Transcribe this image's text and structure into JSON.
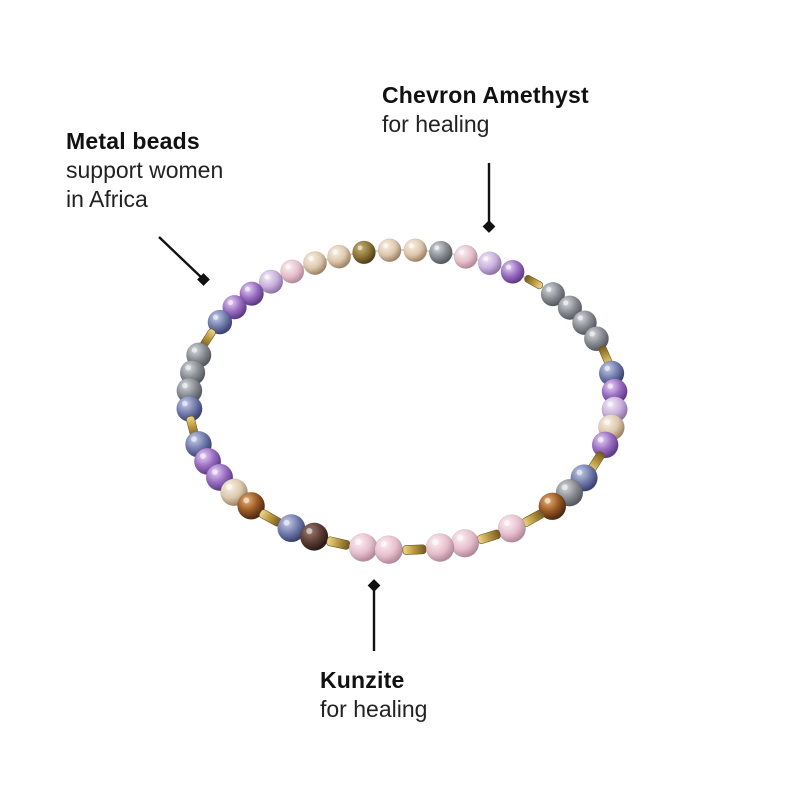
{
  "callouts": {
    "metal_beads": {
      "title": "Metal beads",
      "line1": "support women",
      "line2": "in Africa"
    },
    "chevron_amethyst": {
      "title": "Chevron Amethyst",
      "line1": "for healing"
    },
    "kunzite": {
      "title": "Kunzite",
      "line1": "for healing"
    }
  },
  "colors": {
    "text": "#111111",
    "pointer": "#111111",
    "background": "#ffffff",
    "metal_bead": "#b8963f",
    "amethyst": "#9b6fc4",
    "kunzite": "#e8c3cf",
    "labradorite": "#8c9096",
    "tigers_eye": "#9a5a24"
  }
}
